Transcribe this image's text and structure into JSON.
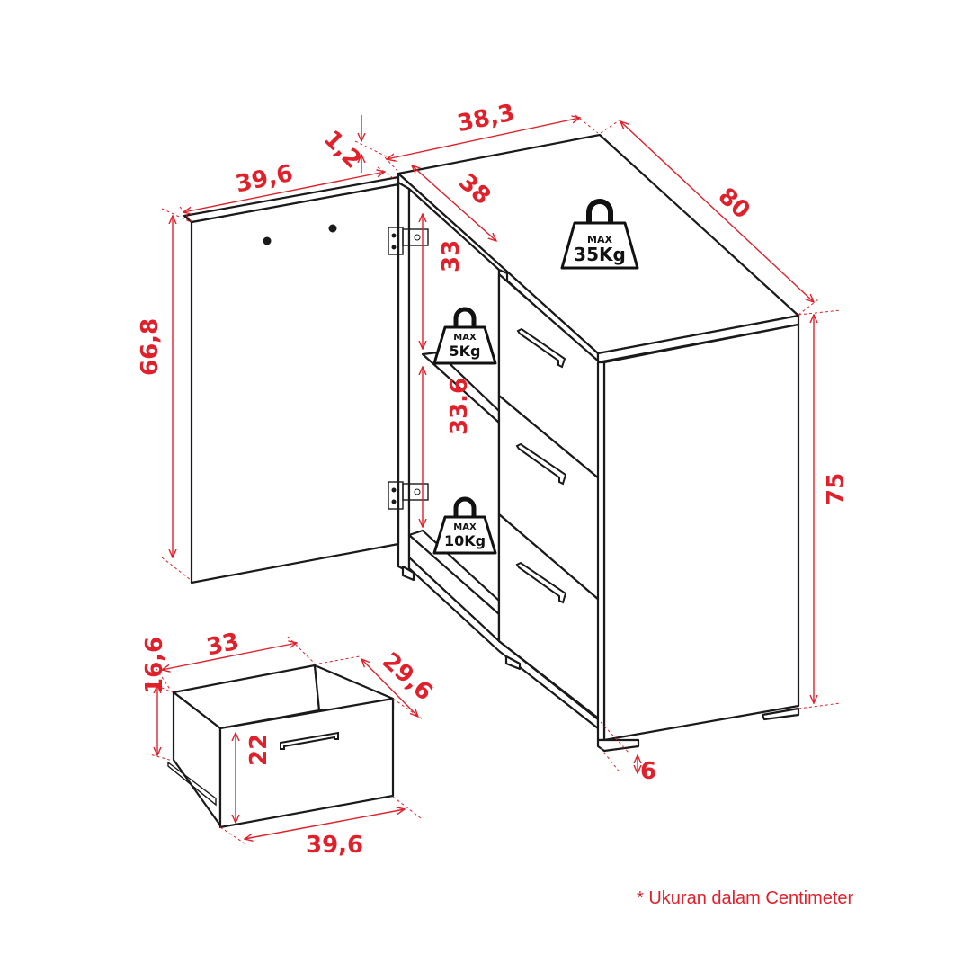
{
  "dimensions": {
    "depth_top": "38,3",
    "top_thickness": "1,2",
    "door_width": "39,6",
    "shelf_depth": "38",
    "total_width": "80",
    "door_height": "66,8",
    "upper_compartment": "33",
    "lower_compartment": "33.6",
    "total_height": "75",
    "leg_height": "6",
    "drawer_width": "33",
    "drawer_depth": "29,6",
    "drawer_height": "16,6",
    "drawer_front_height": "22",
    "drawer_front_width": "39,6"
  },
  "weights": [
    {
      "max": "MAX",
      "value": "35Kg"
    },
    {
      "max": "MAX",
      "value": "5Kg"
    },
    {
      "max": "MAX",
      "value": "10Kg"
    }
  ],
  "note": "* Ukuran dalam Centimeter",
  "colors": {
    "dimension": "#e0212b",
    "outline": "#1a1a1a"
  }
}
